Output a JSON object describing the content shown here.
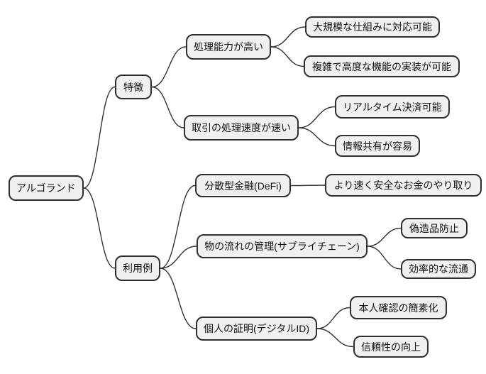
{
  "theme": {
    "background": "#ffffff",
    "node_fill": "#f0f0f0",
    "node_border": "#2f2f2f",
    "line_color": "#333333",
    "text_color": "#111111"
  },
  "mindmap": {
    "root": {
      "label": "アルゴランド",
      "children": [
        {
          "label": "特徴",
          "children": [
            {
              "label": "処理能力が高い",
              "children": [
                {
                  "label": "大規模な仕組みに対応可能"
                },
                {
                  "label": "複雑で高度な機能の実装が可能"
                }
              ]
            },
            {
              "label": "取引の処理速度が速い",
              "children": [
                {
                  "label": "リアルタイム決済可能"
                },
                {
                  "label": "情報共有が容易"
                }
              ]
            }
          ]
        },
        {
          "label": "利用例",
          "children": [
            {
              "label": "分散型金融(DeFi)",
              "children": [
                {
                  "label": "より速く安全なお金のやり取り"
                }
              ]
            },
            {
              "label": "物の流れの管理(サプライチェーン)",
              "children": [
                {
                  "label": "偽造品防止"
                },
                {
                  "label": "効率的な流通"
                }
              ]
            },
            {
              "label": "個人の証明(デジタルID)",
              "children": [
                {
                  "label": "本人確認の簡素化"
                },
                {
                  "label": "信頼性の向上"
                }
              ]
            }
          ]
        }
      ]
    }
  }
}
